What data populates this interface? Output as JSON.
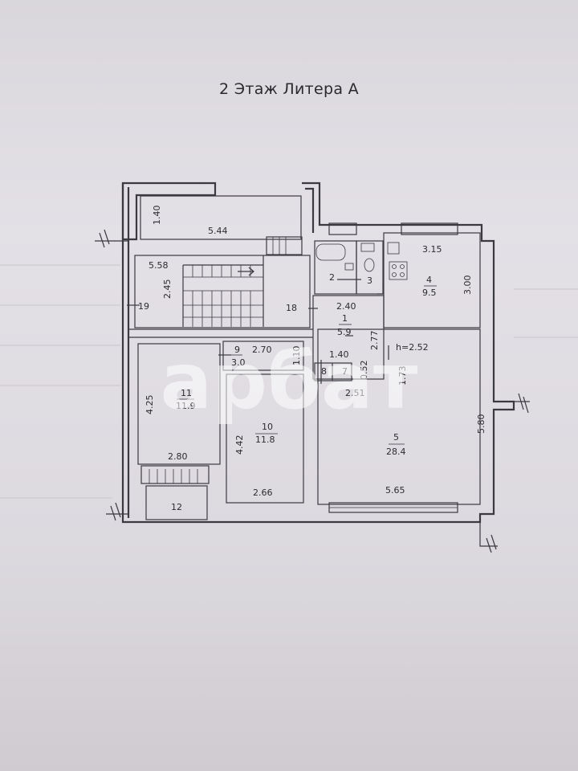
{
  "title": "2 Этаж Литера А",
  "watermark": "арбат",
  "labels": {
    "d_1_40": "1.40",
    "d_5_44": "5.44",
    "d_5_58": "5.58",
    "d_2_45": "2.45",
    "r19": "19",
    "r18": "18",
    "r2": "2",
    "r3": "3",
    "d_3_15": "3.15",
    "r4_num": "4",
    "r4_area": "9.5",
    "d_3_00": "3.00",
    "d_2_40": "2.40",
    "r1_num": "1",
    "r1_area": "5.9",
    "d_2_77": "2.77",
    "h_label": "h=2.52",
    "r9_num": "9",
    "r9_area": "3.0",
    "d_2_70": "2.70",
    "d_1_10": "1.10",
    "d_1_40b": "1.40",
    "r8": "8",
    "r7": "7",
    "d_0_52": "0.52",
    "d_1_73": "1.73",
    "d_2_51": "2.51",
    "r11_num": "11",
    "r11_area": "11.9",
    "d_4_25": "4.25",
    "r10_num": "10",
    "r10_area": "11.8",
    "d_4_42": "4.42",
    "r5_num": "5",
    "r5_area": "28.4",
    "d_5_80": "5.80",
    "d_2_80": "2.80",
    "d_2_66": "2.66",
    "d_5_65": "5.65",
    "r12": "12"
  }
}
